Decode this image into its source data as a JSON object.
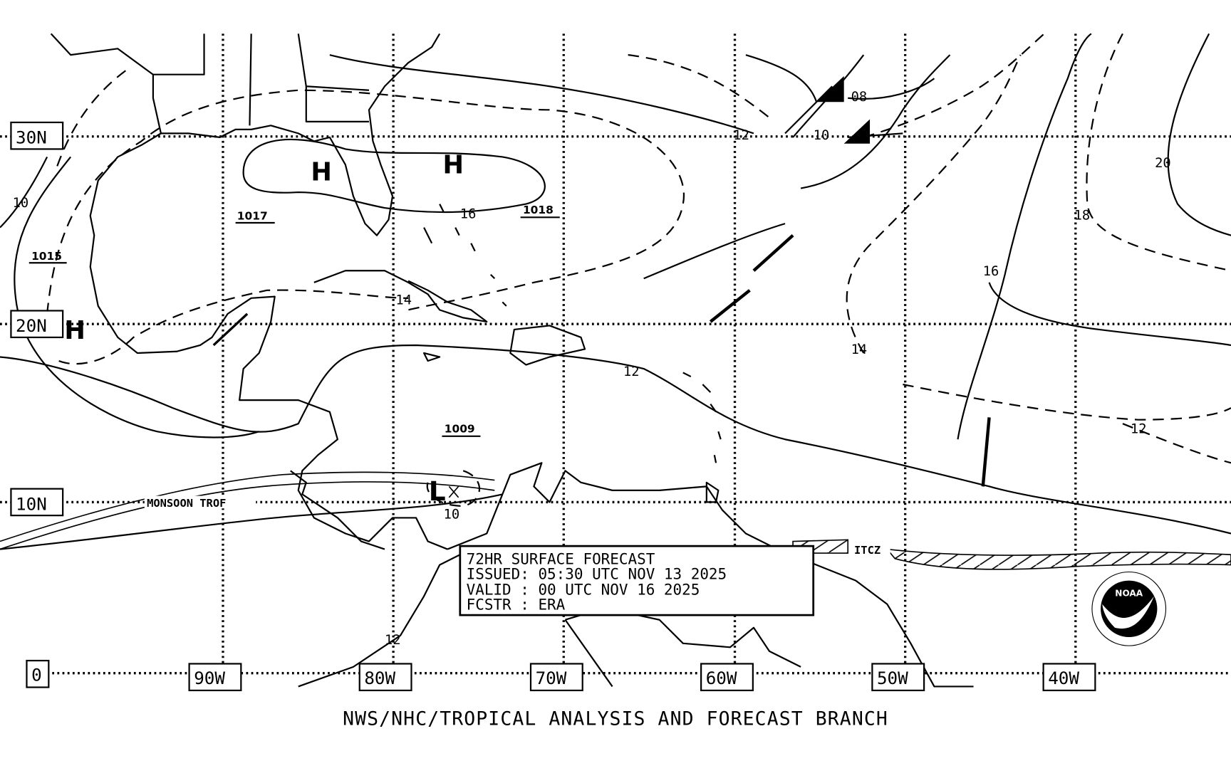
{
  "map": {
    "latitude_labels": [
      "30N",
      "20N",
      "10N",
      "0"
    ],
    "longitude_labels": [
      "90W",
      "80W",
      "70W",
      "60W",
      "50W",
      "40W"
    ],
    "isobar_labels": [
      "10",
      "12",
      "14",
      "16",
      "18",
      "20",
      "08",
      "10",
      "12",
      "12",
      "10",
      "12",
      "14",
      "16"
    ],
    "pressure_centers": [
      {
        "symbol": "H",
        "value": "1017"
      },
      {
        "symbol": "H",
        "value": "1018"
      },
      {
        "symbol": "H",
        "value": "1015"
      },
      {
        "symbol": "L",
        "value": "1009"
      }
    ],
    "features": {
      "monsoon": "MONSOON TROF",
      "itcz": "ITCZ"
    }
  },
  "info_box": {
    "line1": "72HR SURFACE FORECAST",
    "line2": "ISSUED: 05:30 UTC NOV 13 2025",
    "line3": "VALID : 00 UTC NOV 16 2025",
    "line4": "FCSTR : ERA"
  },
  "footer": "NWS/NHC/TROPICAL ANALYSIS AND FORECAST BRANCH",
  "logo": "NOAA"
}
